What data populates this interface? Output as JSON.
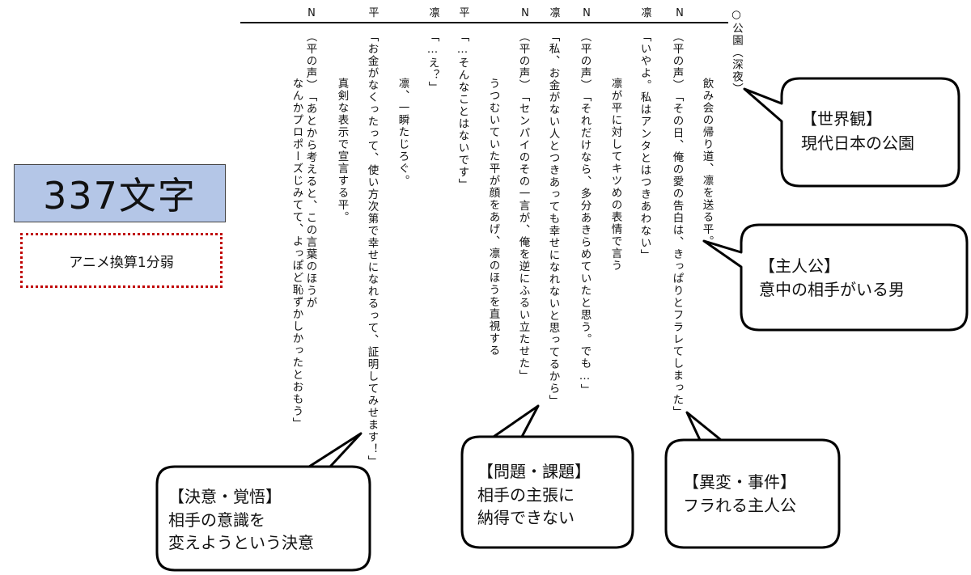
{
  "scene_heading": "○公園（深夜）",
  "lines": [
    {
      "speaker": "N",
      "text": "（平の声）",
      "text2": "「その日、俺の愛の告白は、きっぱりとフラレてしまった」",
      "action": "飲み会の帰り道、凛を送る平。"
    },
    {
      "speaker": "凛",
      "text": "「いやよ。私はアンタとはつきあわない」",
      "action": "凛が平に対してキツめの表情で言う"
    },
    {
      "speaker": "N",
      "text": "（平の声）",
      "text2": "「それだけなら、多分あきらめていたと思う。でも…」"
    },
    {
      "speaker": "凛",
      "text": "「私、お金がない人とつきあっても幸せになれないと思ってるから」"
    },
    {
      "speaker": "N",
      "text": "（平の声）",
      "text2": "「センパイのその一言が、俺を逆にふるい立たせた」",
      "action": "うつむいていた平が顔をあげ、凛のほうを直視する"
    },
    {
      "speaker": "平",
      "text": "「…そんなことはないです」"
    },
    {
      "speaker": "凛",
      "text": "「…え？」",
      "action": "凛、一瞬たじろぐ。"
    },
    {
      "speaker": "平",
      "text": "「お金がなくったって、使い方次第で幸せになれるって、証明してみせます！」",
      "action": "真剣な表示で宣言する平。"
    },
    {
      "speaker": "N",
      "text": "（平の声）",
      "text2": "「あとから考えると、この言葉のほうが",
      "text3": "なんかプロポーズじみてて、よっぽど恥ずかしかったとおもう」"
    }
  ],
  "char_count": "337文字",
  "anime_note": "アニメ換算1分弱",
  "callouts": {
    "world": {
      "title": "【世界観】",
      "body": "現代日本の公園"
    },
    "hero": {
      "title": "【主人公】",
      "body": "意中の相手がいる男"
    },
    "incident": {
      "title": "【異変・事件】",
      "body": "フラれる主人公"
    },
    "problem": {
      "title": "【問題・課題】",
      "body1": "相手の主張に",
      "body2": "納得できない"
    },
    "resolve": {
      "title": "【決意・覚悟】",
      "body1": "相手の意識を",
      "body2": "変えようという決意"
    }
  }
}
